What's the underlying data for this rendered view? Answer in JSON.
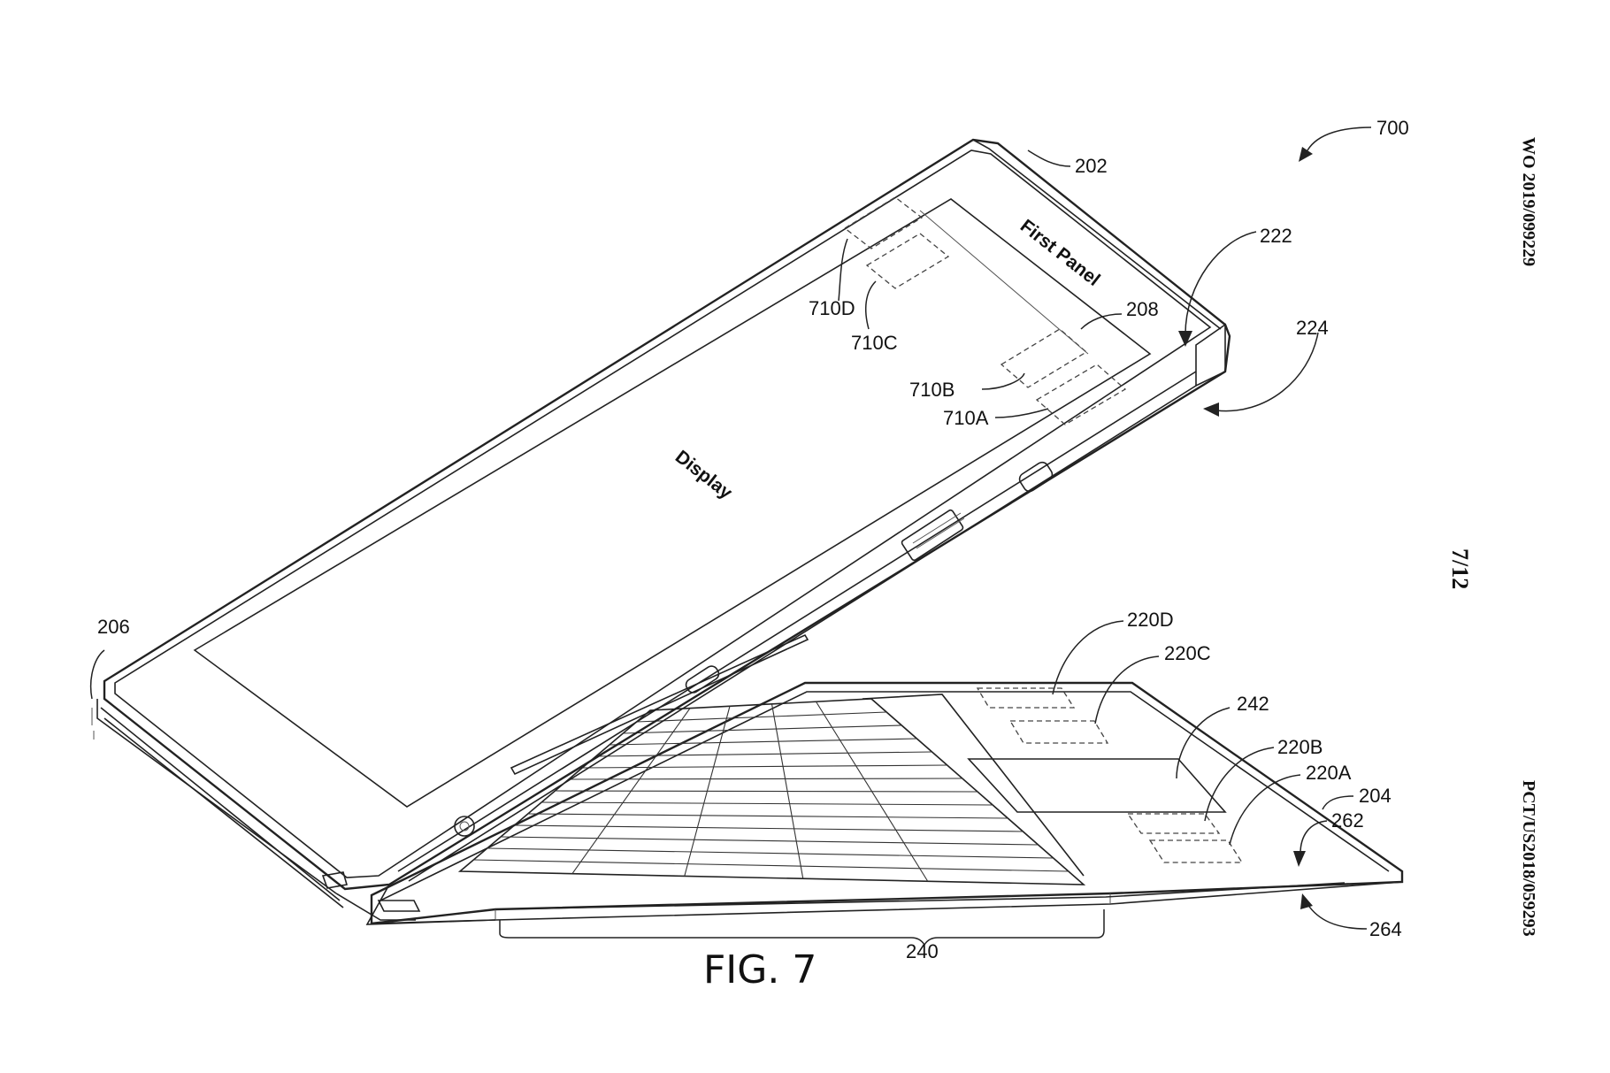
{
  "figure": {
    "caption": "FIG. 7",
    "publication_number": "WO 2019/099229",
    "application_number": "PCT/US2018/059293",
    "sheet_number": "7/12"
  },
  "panel_labels": {
    "first_panel": "First Panel",
    "display": "Display"
  },
  "reference_numerals": {
    "device": "700",
    "first_panel": "202",
    "hinge_edge": "222",
    "rotation": "224",
    "panel_region": "208",
    "edge_206": "206",
    "sensor_710d": "710D",
    "sensor_710c": "710C",
    "sensor_710b": "710B",
    "sensor_710a": "710A",
    "sensor_220d": "220D",
    "sensor_220c": "220C",
    "sensor_220b": "220B",
    "sensor_220a": "220A",
    "region_242": "242",
    "second_panel": "204",
    "arrow_262": "262",
    "arrow_264": "264",
    "keyboard": "240"
  }
}
